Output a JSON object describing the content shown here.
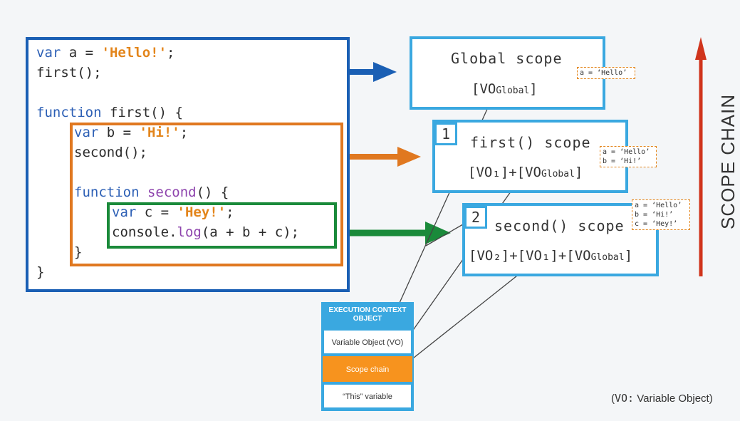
{
  "code": {
    "line1_kw": "var",
    "line1_rest": " a = ",
    "line1_str": "'Hello!'",
    "line1_end": ";",
    "line2": "first();",
    "line4_kw": "function",
    "line4_rest": " first() {",
    "line5_kw": "var",
    "line5_rest": " b = ",
    "line5_str": "'Hi!'",
    "line5_end": ";",
    "line6": "second();",
    "line8_kw": "function",
    "line8_name": " second",
    "line8_rest": "() {",
    "line9_kw": "var",
    "line9_rest": " c = ",
    "line9_str": "'Hey!'",
    "line9_end": ";",
    "line10_a": "console.",
    "line10_fn": "log",
    "line10_b": "(a + b + c);",
    "line11": "}",
    "line12": "}"
  },
  "scopes": {
    "global": {
      "title": "Global scope",
      "vo_main": "[VO",
      "vo_sub": "Global",
      "vo_end": "]",
      "note": [
        "a = ‘Hello’"
      ]
    },
    "first": {
      "number": "1",
      "title": "first() scope",
      "vo": "[VO₁]+[VO",
      "vo_sub": "Global",
      "vo_end": "]",
      "note": [
        "a = ‘Hello’",
        "b = ‘Hi!’"
      ]
    },
    "second": {
      "number": "2",
      "title": "second() scope",
      "vo": "[VO₂]+[VO₁]+[VO",
      "vo_sub": "Global",
      "vo_end": "]",
      "note": [
        "a = ‘Hello’",
        "b = ‘Hi!’",
        "c = ‘Hey!’"
      ]
    }
  },
  "execution_context": {
    "header": "EXECUTION CONTEXT OBJECT",
    "rows": [
      "Variable Object (VO)",
      "Scope chain",
      "“This” variable"
    ]
  },
  "scope_chain_label": "SCOPE CHAIN",
  "footnote": {
    "code": "VO:",
    "text": " Variable Object)",
    "open": "("
  },
  "colors": {
    "blue": "#1a5fb4",
    "orange": "#e07820",
    "green": "#1a8a3a",
    "light_blue": "#3aa8e0",
    "red": "#d0341c"
  }
}
